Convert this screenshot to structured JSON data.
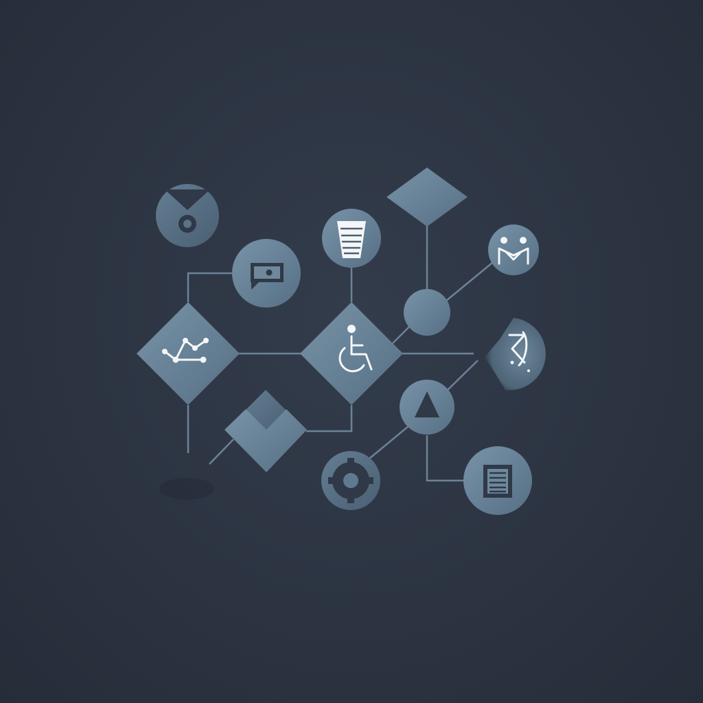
{
  "diagram": {
    "colors": {
      "background": "#2c3442",
      "shape": "#5f7a90",
      "shape_light": "#7893a8",
      "connector": "#6d8397",
      "glyph": "#f4f6f8",
      "glyph_dark": "#3a4656"
    },
    "nodes": [
      {
        "id": "medal",
        "shape": "circle",
        "icon": "medal-icon"
      },
      {
        "id": "comment",
        "shape": "circle",
        "icon": "chat-bubble-icon"
      },
      {
        "id": "list",
        "shape": "circle",
        "icon": "list-funnel-icon"
      },
      {
        "id": "top-diamond",
        "shape": "diamond",
        "icon": "none"
      },
      {
        "id": "people",
        "shape": "circle",
        "icon": "two-people-icon"
      },
      {
        "id": "network",
        "shape": "diamond",
        "icon": "network-graph-icon"
      },
      {
        "id": "accessibility",
        "shape": "diamond",
        "icon": "wheelchair-icon"
      },
      {
        "id": "hub",
        "shape": "circle",
        "icon": "none"
      },
      {
        "id": "script",
        "shape": "partial-circle",
        "icon": "scribble-icon"
      },
      {
        "id": "warning",
        "shape": "circle",
        "icon": "triangle-icon"
      },
      {
        "id": "chevron",
        "shape": "chevron",
        "icon": "chevron-down-icon"
      },
      {
        "id": "settings",
        "shape": "circle",
        "icon": "gear-icon"
      },
      {
        "id": "document",
        "shape": "circle",
        "icon": "document-icon"
      }
    ],
    "connections": [
      [
        "network",
        "comment"
      ],
      [
        "network",
        "accessibility"
      ],
      [
        "network",
        "chevron"
      ],
      [
        "accessibility",
        "list"
      ],
      [
        "accessibility",
        "hub"
      ],
      [
        "accessibility",
        "script"
      ],
      [
        "accessibility",
        "chevron"
      ],
      [
        "hub",
        "top-diamond"
      ],
      [
        "hub",
        "people"
      ],
      [
        "warning",
        "script"
      ],
      [
        "warning",
        "settings"
      ],
      [
        "warning",
        "document"
      ]
    ]
  }
}
